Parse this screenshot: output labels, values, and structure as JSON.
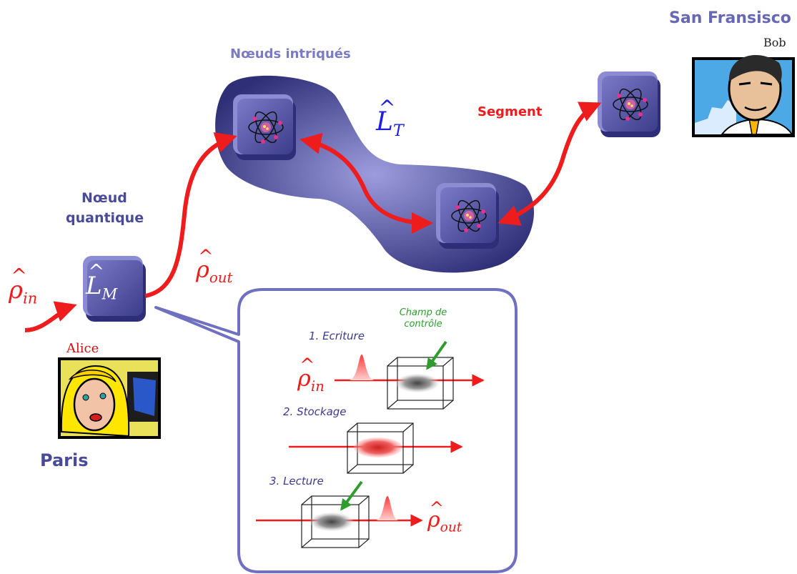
{
  "labels": {
    "san_fransisco": "San Fransisco",
    "bob": "Bob",
    "noeuds_intriques": "Nœuds intriqués",
    "segment": "Segment",
    "noeud_quantique_line1": "Nœud",
    "noeud_quantique_line2": "quantique",
    "alice": "Alice",
    "paris": "Paris",
    "champ_line1": "Champ de",
    "champ_line2": "contrôle",
    "step1": "1. Ecriture",
    "step2": "2. Stockage",
    "step3": "3. Lecture"
  },
  "math": {
    "rho": "ρ",
    "L": "L",
    "sub_in": "in",
    "sub_out": "out",
    "sub_M": "M",
    "sub_T": "T"
  },
  "colors": {
    "arrow_red": "#ee1c1c",
    "node_blue": "#5a5aa8",
    "title_blue": "#4a4a9a",
    "cloud_blue": "#3a3a84",
    "green": "#2e9d2e",
    "bubble_border": "#7070c0"
  },
  "icons": {
    "atom": "atom-icon",
    "node": "quantum-node-cube",
    "cell": "atomic-cell-box"
  }
}
